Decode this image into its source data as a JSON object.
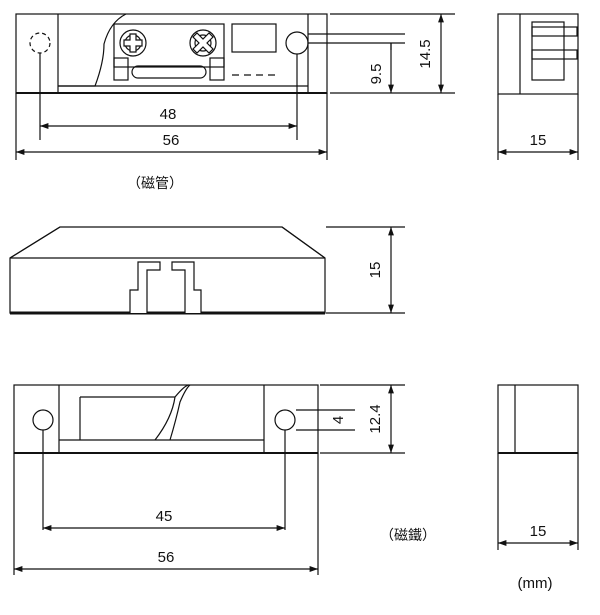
{
  "colors": {
    "ink": "#111111",
    "paper": "#ffffff"
  },
  "reed_switch": {
    "caption": "（磁管）",
    "dims": {
      "hole_spacing": "48",
      "overall_length": "56",
      "height_total": "14.5",
      "height_hole": "9.5",
      "width": "15"
    }
  },
  "side_profile": {
    "dims": {
      "height": "15"
    }
  },
  "magnet": {
    "caption": "（磁鐵）",
    "dims": {
      "hole_spacing": "45",
      "overall_length": "56",
      "height": "12.4",
      "hole_size": "4",
      "width": "15"
    }
  },
  "units": "(mm)"
}
